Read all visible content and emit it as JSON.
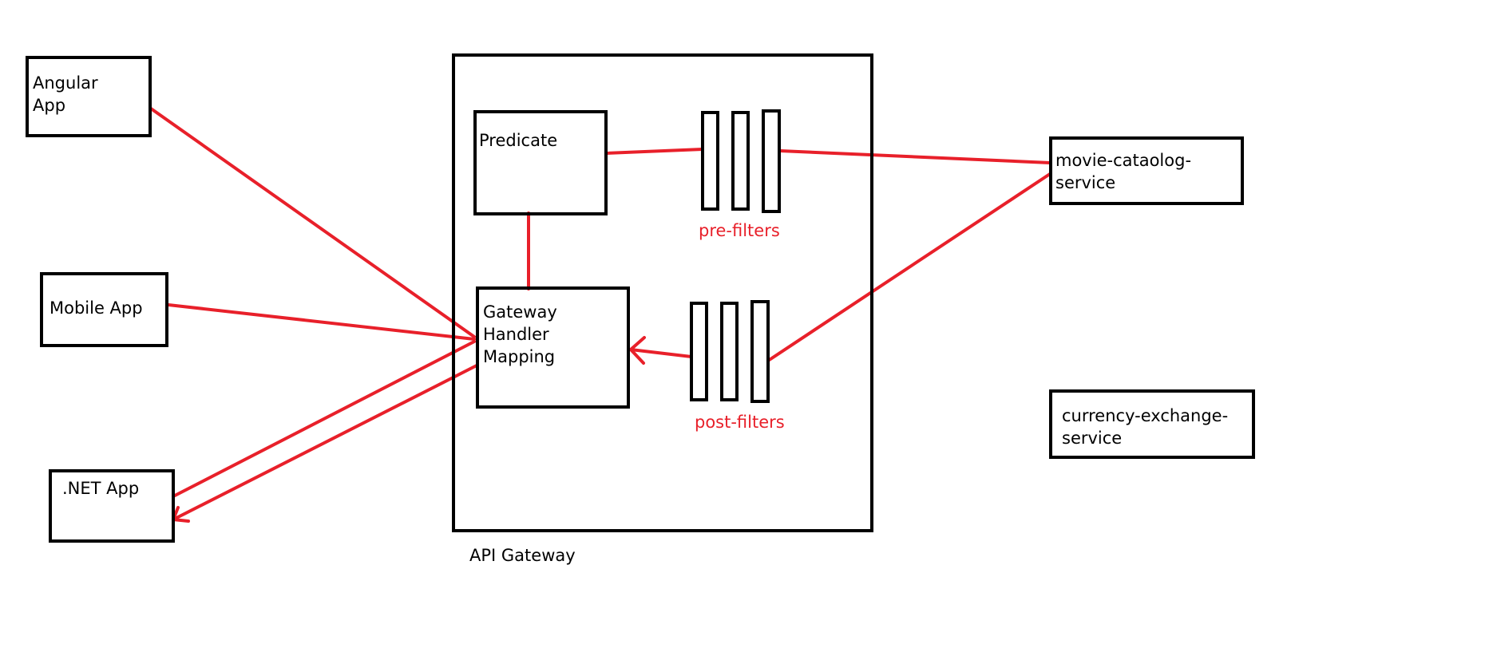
{
  "clients": {
    "angular": "Angular\nApp",
    "mobile": "Mobile App",
    "dotnet": ".NET App"
  },
  "gateway": {
    "caption": "API Gateway",
    "predicate": "Predicate",
    "handler": "Gateway\nHandler\nMapping",
    "pre_filters": "pre-filters",
    "post_filters": "post-filters"
  },
  "services": {
    "movie": "movie-cataolog-\nservice",
    "currency": "currency-exchange-\nservice"
  },
  "colors": {
    "stroke": "#000000",
    "connector": "#e8202a"
  }
}
